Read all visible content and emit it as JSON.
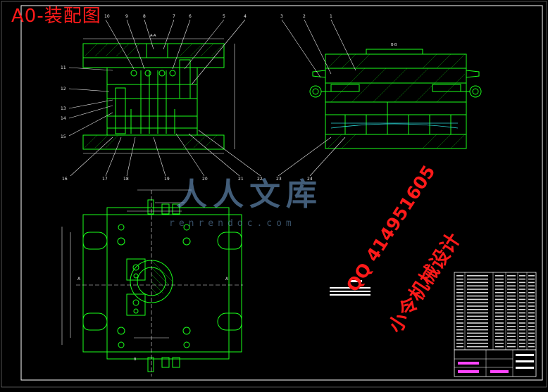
{
  "drawing": {
    "title": "A0-装配图",
    "section_label_left": "A-A",
    "section_label_right": "B-B",
    "callouts_top_left": [
      "10",
      "9",
      "8",
      "7",
      "6",
      "5",
      "4"
    ],
    "callouts_top_right": [
      "3",
      "2",
      "1"
    ],
    "callouts_left": [
      "11",
      "12",
      "13",
      "14",
      "15"
    ],
    "callouts_bottom": [
      "16",
      "17",
      "18",
      "19",
      "20",
      "21",
      "22",
      "23",
      "24"
    ],
    "section_marker": "A",
    "marker_b": "B"
  },
  "watermark": {
    "text": "人人文库",
    "url": "renrendoc.com"
  },
  "contact": {
    "qq": "QQ 414951605",
    "name": "小令机械设计"
  },
  "colors": {
    "background": "#000000",
    "outline": "#1aff1a",
    "dimension": "#e8e8e8",
    "accent": "#ff1a1a",
    "watermark": "#7aaad8"
  }
}
